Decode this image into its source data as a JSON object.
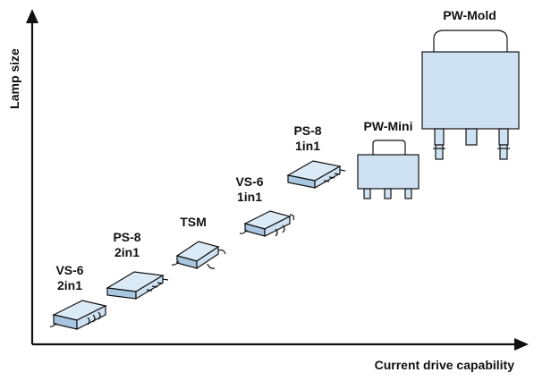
{
  "axes": {
    "y_label": "Lamp size",
    "x_label": "Current drive capability"
  },
  "packages": [
    {
      "id": "vs6-2in1",
      "name": "VS-6",
      "config": "2in1"
    },
    {
      "id": "ps8-2in1",
      "name": "PS-8",
      "config": "2in1"
    },
    {
      "id": "tsm",
      "name": "TSM",
      "config": ""
    },
    {
      "id": "vs6-1in1",
      "name": "VS-6",
      "config": "1in1"
    },
    {
      "id": "ps8-1in1",
      "name": "PS-8",
      "config": "1in1"
    },
    {
      "id": "pw-mini",
      "name": "PW-Mini",
      "config": ""
    },
    {
      "id": "pw-mold",
      "name": "PW-Mold",
      "config": ""
    }
  ],
  "colors": {
    "package_fill": "#cfe2f3",
    "outline": "#111111"
  }
}
